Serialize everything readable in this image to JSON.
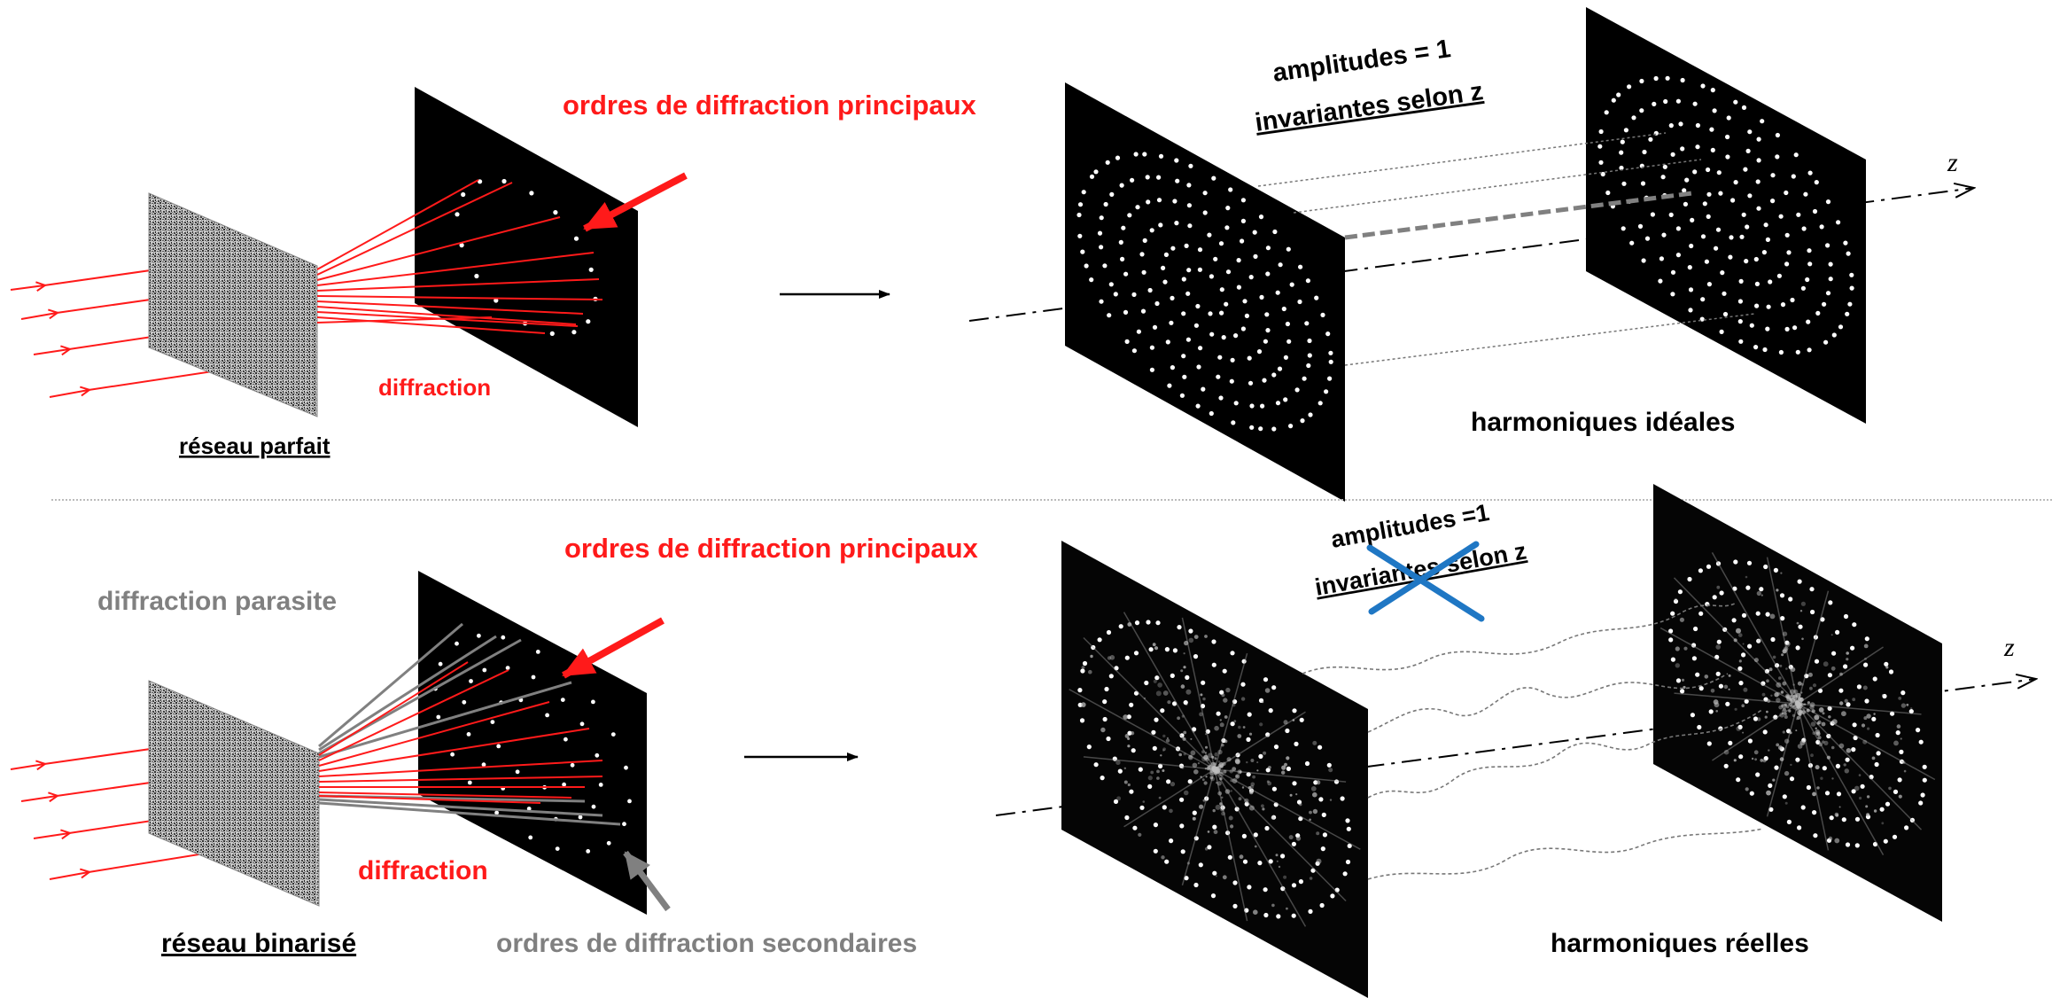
{
  "top_panel": {
    "main_orders_label": "ordres de diffraction principaux",
    "diffraction_label": "diffraction",
    "grating_label": "réseau parfait",
    "amplitude_line1": "amplitudes = 1",
    "amplitude_line2": "invariantes selon z",
    "harmonics_label": "harmoniques idéales",
    "axis_label": "z"
  },
  "bottom_panel": {
    "parasitic_label": "diffraction parasite",
    "main_orders_label": "ordres de diffraction principaux",
    "diffraction_label": "diffraction",
    "grating_label": "réseau binarisé",
    "secondary_orders_label": "ordres de diffraction secondaires",
    "amplitude_line1": "amplitudes =1",
    "amplitude_line2": "invariantes selon z",
    "harmonics_label": "harmoniques réelles",
    "axis_label": "z"
  },
  "colors": {
    "ray_red": "#ff1a1a",
    "ray_gray": "#808080",
    "cross_blue": "#1f77c4",
    "screen": "#000000",
    "dots": "#ffffff"
  }
}
